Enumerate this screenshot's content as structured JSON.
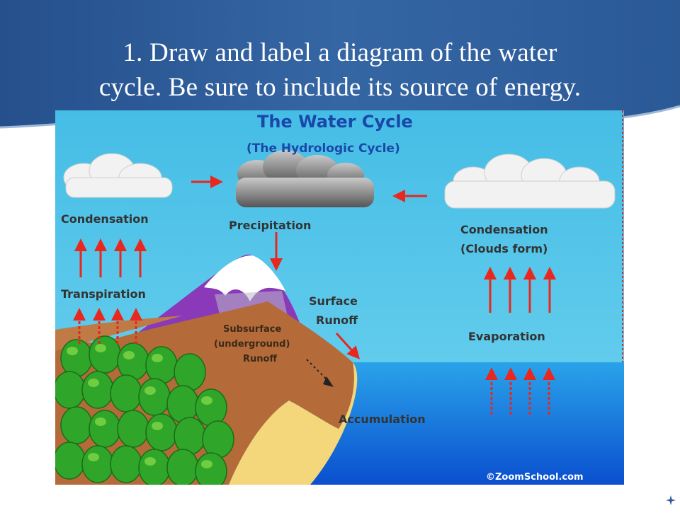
{
  "slide": {
    "title_line1": "1. Draw and label a diagram of the water",
    "title_line2": "cycle. Be sure to include its source of energy."
  },
  "diagram": {
    "title": "The Water Cycle",
    "subtitle": "(The Hydrologic Cycle)",
    "labels": {
      "condensation_left": "Condensation",
      "transpiration": "Transpiration",
      "precipitation": "Precipitation",
      "condensation_right": "Condensation",
      "clouds_form": "(Clouds form)",
      "evaporation": "Evaporation",
      "surface_runoff_1": "Surface",
      "surface_runoff_2": "Runoff",
      "subsurface_1": "Subsurface",
      "subsurface_2": "(underground)",
      "subsurface_3": "Runoff",
      "accumulation": "Accumulation"
    },
    "credit": "©ZoomSchool.com"
  },
  "colors": {
    "header_blue": "#2f5d9a",
    "sky": "#4fc3e6",
    "ocean": "#1e8fe0",
    "ocean_deep": "#0f5fd0",
    "arrow_red": "#e8281e",
    "mountain_purple": "#8a3ab8",
    "soil_brown": "#b56a3a",
    "sand": "#f3d77a",
    "tree_green": "#2fa52a",
    "title_blue": "#1a47a8"
  }
}
